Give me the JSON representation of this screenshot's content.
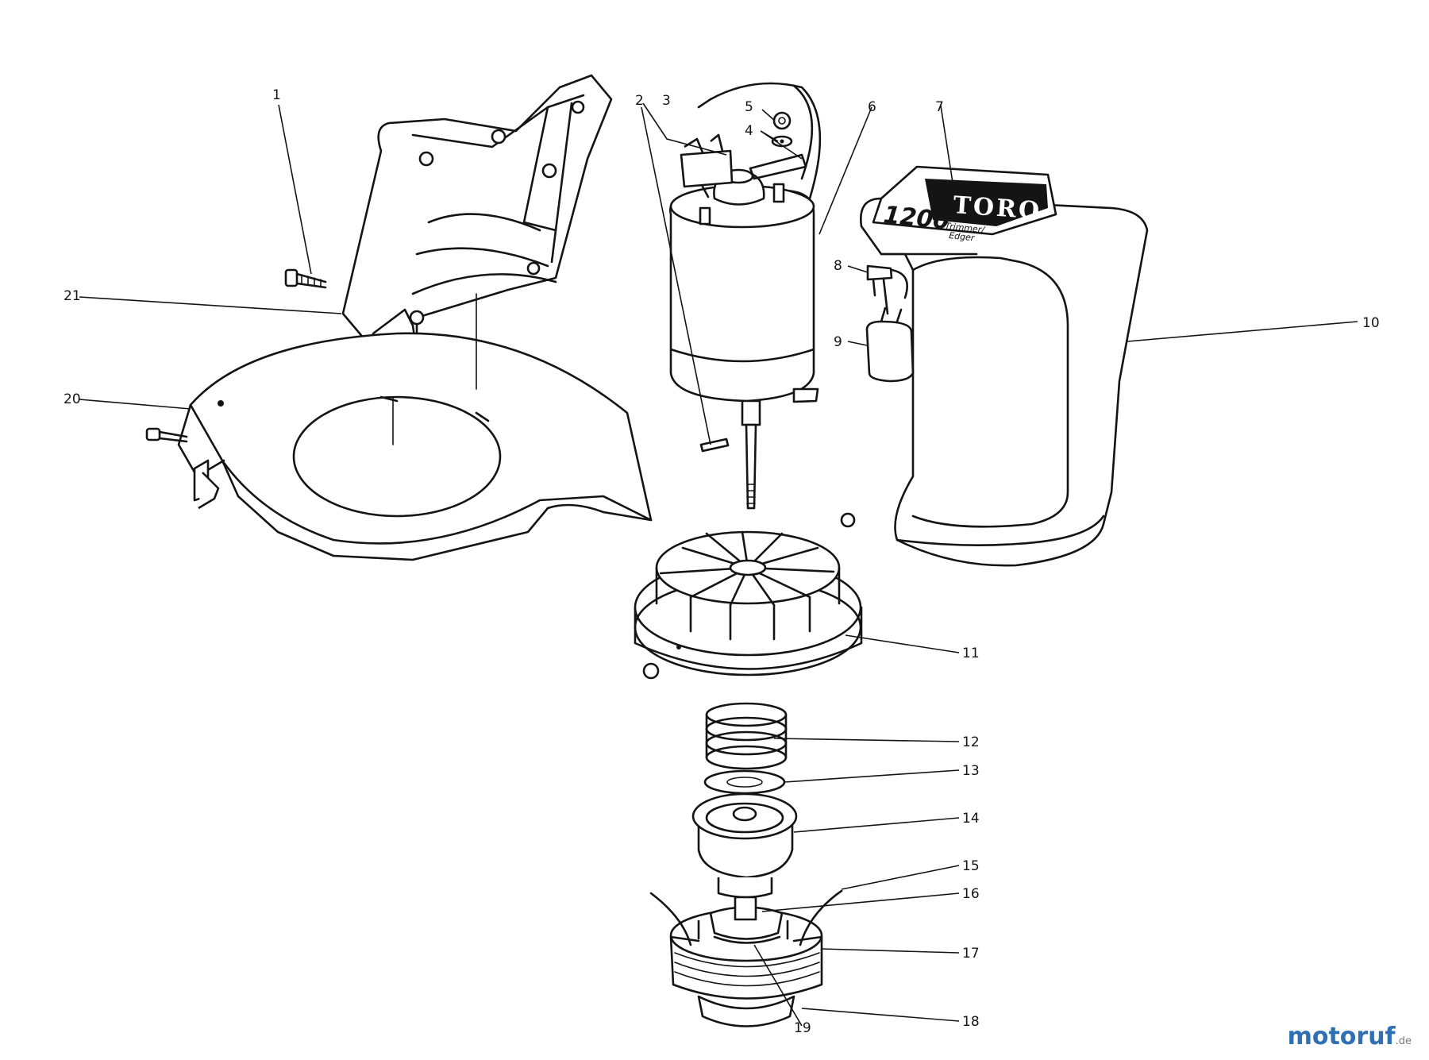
{
  "brand": {
    "logo_text": "TORO",
    "model_number": "1200",
    "model_line1": "Trimmer/",
    "model_line2": "Edger"
  },
  "callouts": [
    {
      "id": "1",
      "label": "1"
    },
    {
      "id": "2",
      "label": "2"
    },
    {
      "id": "3",
      "label": "3"
    },
    {
      "id": "4",
      "label": "4"
    },
    {
      "id": "5",
      "label": "5"
    },
    {
      "id": "6",
      "label": "6"
    },
    {
      "id": "7",
      "label": "7"
    },
    {
      "id": "8",
      "label": "8"
    },
    {
      "id": "9",
      "label": "9"
    },
    {
      "id": "10",
      "label": "10"
    },
    {
      "id": "11",
      "label": "11"
    },
    {
      "id": "12",
      "label": "12"
    },
    {
      "id": "13",
      "label": "13"
    },
    {
      "id": "14",
      "label": "14"
    },
    {
      "id": "15",
      "label": "15"
    },
    {
      "id": "16",
      "label": "16"
    },
    {
      "id": "17",
      "label": "17"
    },
    {
      "id": "18",
      "label": "18"
    },
    {
      "id": "19",
      "label": "19"
    },
    {
      "id": "20",
      "label": "20"
    },
    {
      "id": "21",
      "label": "21"
    }
  ],
  "watermark": {
    "text": "motoruf",
    "suffix": ".de"
  },
  "colors": {
    "ink": "#141414",
    "background": "#ffffff",
    "watermark": "#2f6fb3"
  }
}
